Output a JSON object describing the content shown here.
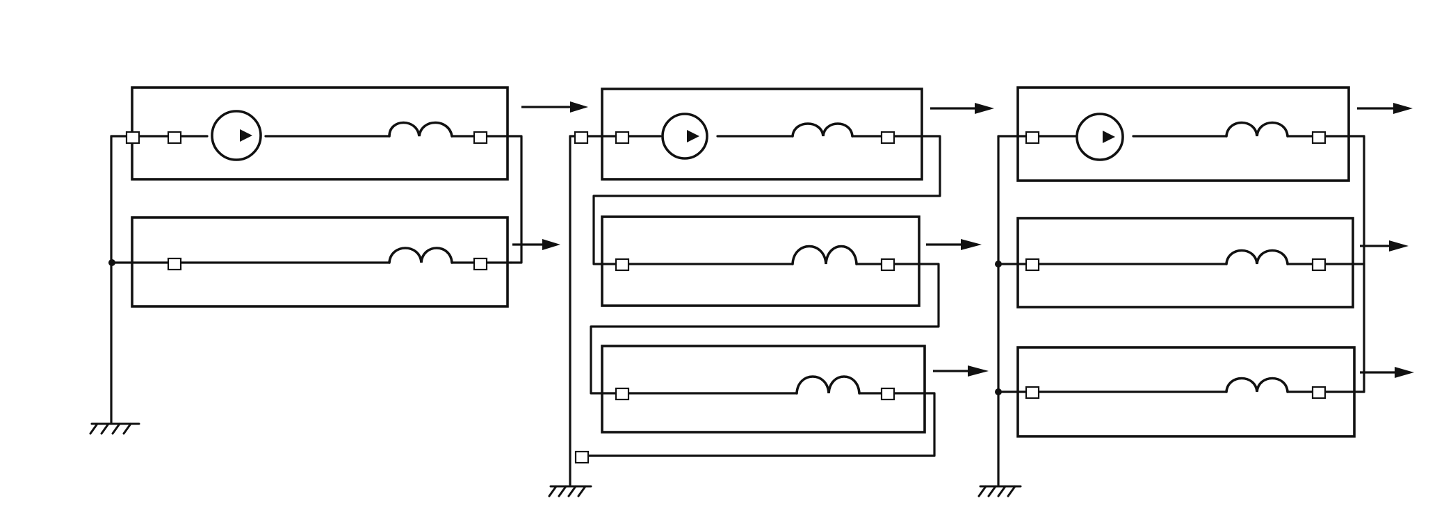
{
  "diagram": {
    "panels": [
      {
        "id": "panel-a",
        "units": [
          {
            "has_source": true
          },
          {
            "has_source": false
          }
        ]
      },
      {
        "id": "panel-b",
        "units": [
          {
            "has_source": true
          },
          {
            "has_source": false
          },
          {
            "has_source": false
          }
        ]
      },
      {
        "id": "panel-c",
        "units": [
          {
            "has_source": true
          },
          {
            "has_source": false
          },
          {
            "has_source": false
          }
        ]
      }
    ]
  },
  "colors": {
    "stroke": "#111111",
    "background": "#ffffff"
  }
}
